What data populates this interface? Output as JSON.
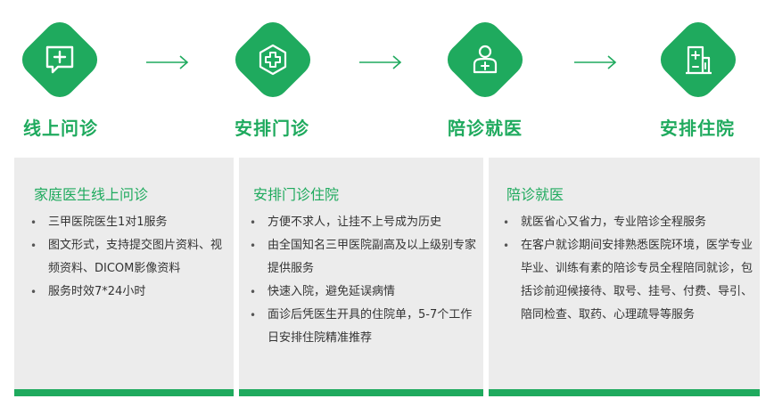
{
  "steps": [
    {
      "label": "线上问诊",
      "icon": "chat-plus-icon"
    },
    {
      "label": "安排门诊",
      "icon": "medical-cross-icon"
    },
    {
      "label": "陪诊就医",
      "icon": "nurse-icon"
    },
    {
      "label": "安排住院",
      "icon": "hospital-icon"
    }
  ],
  "cards": [
    {
      "title": "家庭医生线上问诊",
      "items": [
        "三甲医院医生1对1服务",
        "图文形式，支持提交图片资料、视频资料、DICOM影像资料",
        "服务时效7*24小时"
      ]
    },
    {
      "title": "安排门诊住院",
      "items": [
        "方便不求人，让挂不上号成为历史",
        "由全国知名三甲医院副高及以上级别专家提供服务",
        "快速入院，避免延误病情",
        "面诊后凭医生开具的住院单，5-7个工作日安排住院精准推荐"
      ]
    },
    {
      "title": "陪诊就医",
      "items": [
        "就医省心又省力，专业陪诊全程服务",
        "在客户就诊期间安排熟悉医院环境，医学专业毕业、训练有素的陪诊专员全程陪同就诊，包括诊前迎候接待、取号、挂号、付费、导引、陪同检查、取药、心理疏导等服务"
      ]
    }
  ],
  "colors": {
    "accent": "#1faa5e",
    "card_bg": "#ececec",
    "text": "#333333"
  }
}
